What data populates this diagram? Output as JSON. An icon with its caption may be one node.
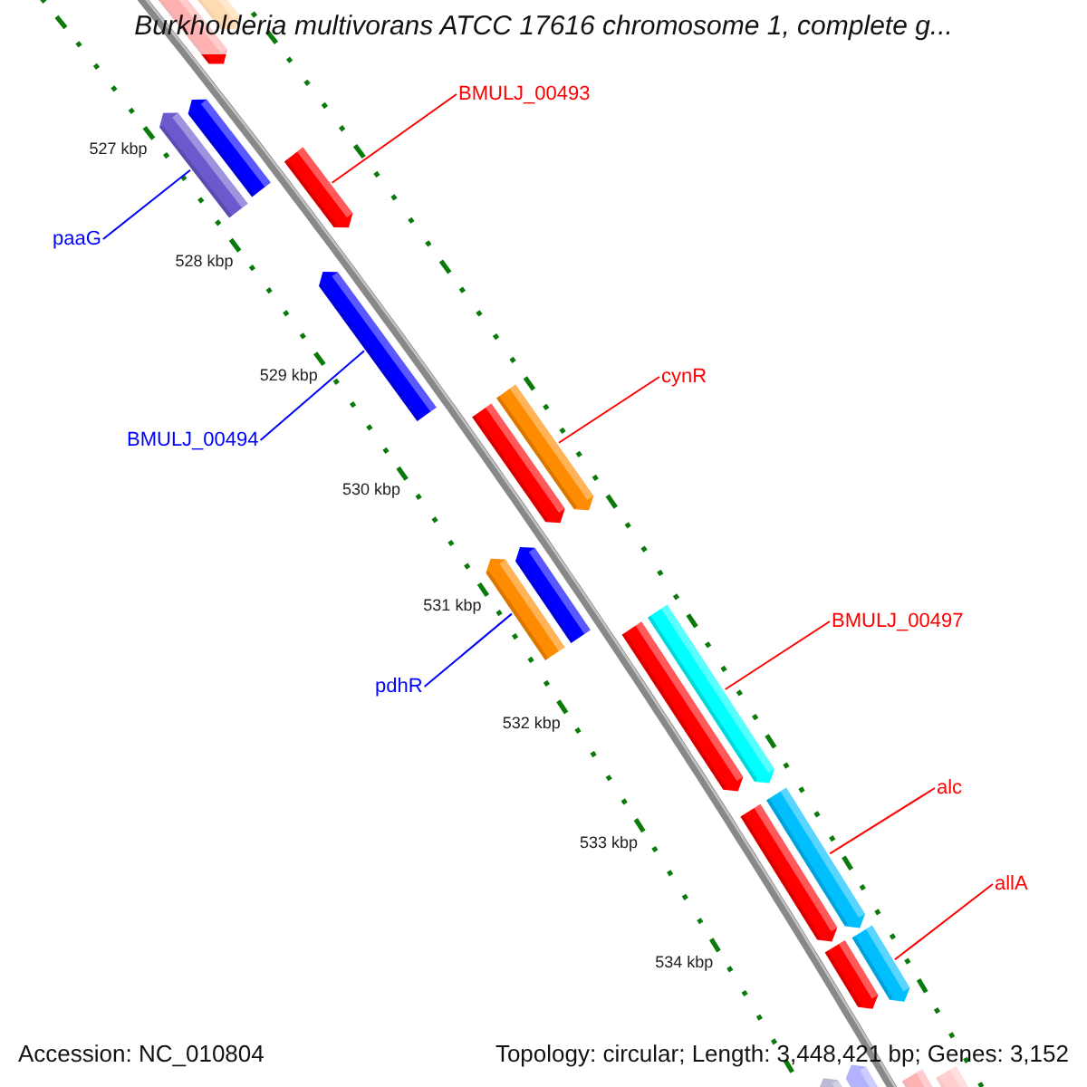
{
  "diagram": {
    "title": "Burkholderia multivorans ATCC 17616 chromosome 1, complete g...",
    "nodes": [
      {
        "text": [
          "BMULJ_00493"
        ]
      },
      {
        "text": [
          "paaG"
        ]
      },
      {
        "text": [
          "BMULJ_00494"
        ]
      },
      {
        "text": [
          "cynR"
        ]
      },
      {
        "text": [
          "pdhR"
        ]
      },
      {
        "text": [
          "BMULJ_00497"
        ]
      },
      {
        "text": [
          "alc"
        ]
      },
      {
        "text": [
          "allA"
        ]
      },
      {
        "text": [],
        "shape": "bar"
      },
      {
        "text": [],
        "shape": "bar"
      },
      {
        "text": [],
        "shape": "bar"
      },
      {
        "text": [],
        "shape": "bar"
      },
      {
        "text": [],
        "shape": "bar"
      },
      {
        "text": [],
        "shape": "bar"
      },
      {
        "text": [],
        "shape": "bar"
      },
      {
        "text": [],
        "shape": "bar"
      },
      {
        "text": [],
        "shape": "bar"
      },
      {
        "text": [],
        "shape": "bar"
      },
      {
        "text": [],
        "shape": "bar"
      },
      {
        "text": [],
        "shape": "bar"
      },
      {
        "text": [],
        "shape": "bar"
      },
      {
        "text": [],
        "shape": "bar"
      },
      {
        "text": [],
        "shape": "bar"
      },
      {
        "text": [],
        "shape": "bar"
      },
      {
        "text": [],
        "shape": "bar"
      },
      {
        "text": [],
        "shape": "bar"
      },
      {
        "text": [],
        "shape": "bar"
      },
      {
        "text": [],
        "shape": "bar"
      }
    ],
    "edges": [
      {
        "from": 0,
        "to": 12,
        "arrow": "none"
      },
      {
        "from": 1,
        "to": 10,
        "arrow": "none",
        "color": "#0000ff"
      },
      {
        "from": 2,
        "to": 13,
        "arrow": "none",
        "color": "#0000ff"
      },
      {
        "from": 3,
        "to": 14,
        "arrow": "none"
      },
      {
        "from": 4,
        "to": 16,
        "arrow": "none",
        "color": "#0000ff"
      },
      {
        "from": 5,
        "to": 19,
        "arrow": "none"
      },
      {
        "from": 6,
        "to": 21,
        "arrow": "none"
      },
      {
        "from": 7,
        "to": 23,
        "arrow": "none"
      }
    ],
    "labels": [
      "527 kbp",
      "528 kbp",
      "529 kbp",
      "530 kbp",
      "531 kbp",
      "532 kbp",
      "533 kbp",
      "534 kbp",
      "Accession: NC_010804",
      "Topology: circular; Length: 3,448,421 bp; Genes: 3,152"
    ]
  }
}
